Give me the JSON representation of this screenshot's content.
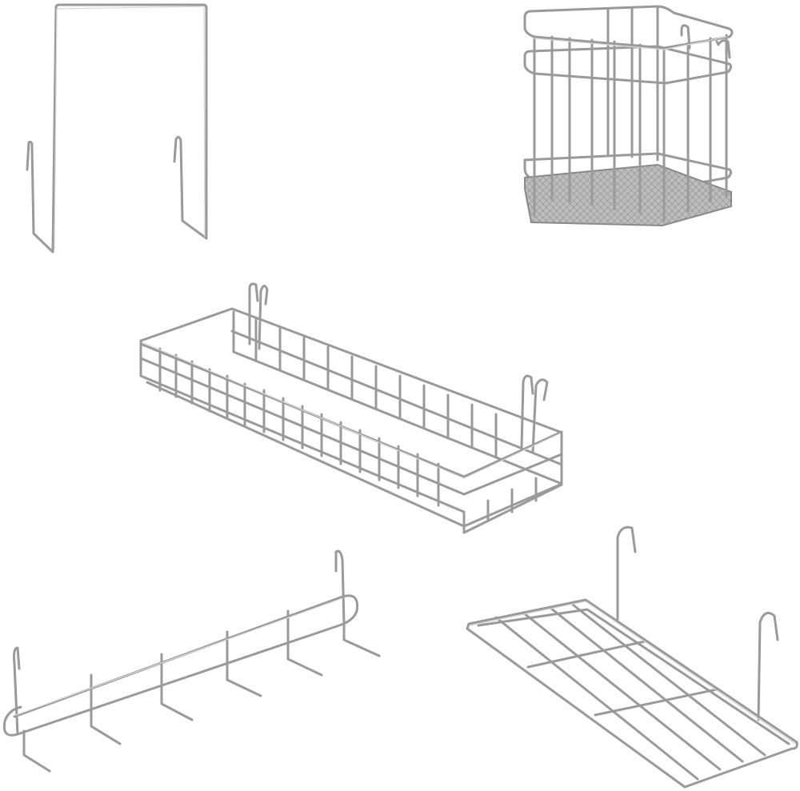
{
  "image": {
    "background": "#ffffff",
    "wire_color": "#9a9a9a",
    "items": [
      {
        "name": "u-shaped-rack-hook",
        "kind": "product"
      },
      {
        "name": "square-utensil-basket",
        "kind": "product"
      },
      {
        "name": "long-wire-shelf-basket",
        "kind": "product"
      },
      {
        "name": "hook-rail",
        "kind": "product"
      },
      {
        "name": "flat-wire-shelf",
        "kind": "product"
      }
    ]
  }
}
